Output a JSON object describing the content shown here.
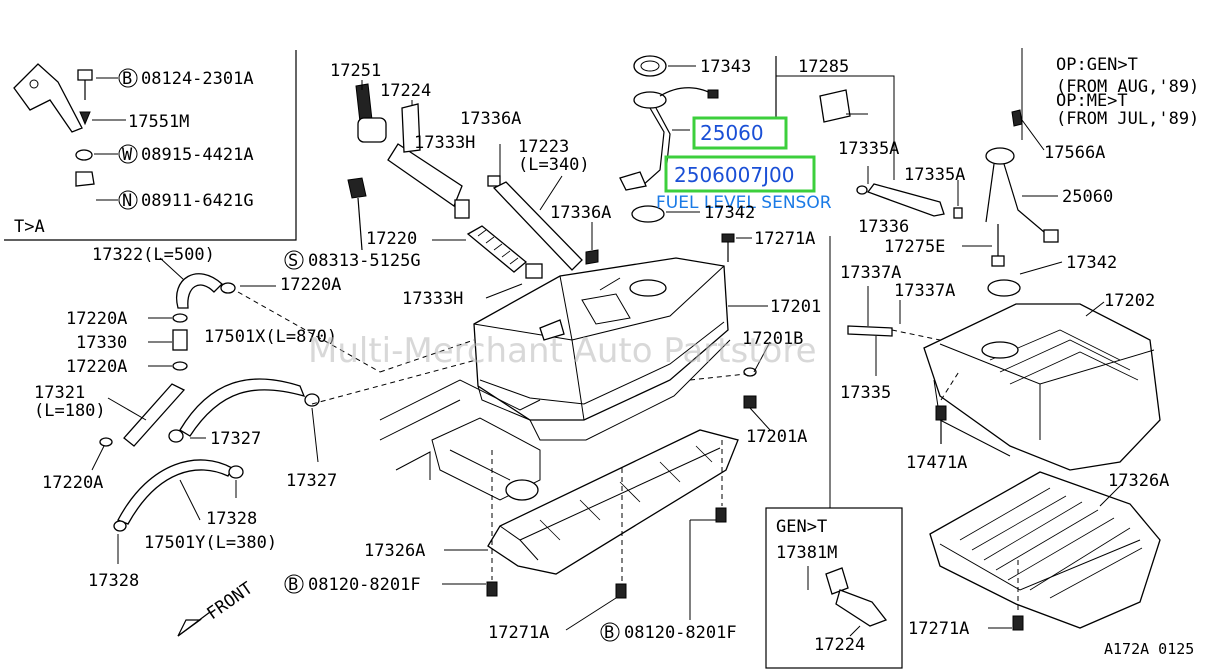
{
  "diagram": {
    "watermark": "Multi-Merchant Auto Partstore",
    "highlight_part": "25060",
    "highlight_partnumber": "2506007J00",
    "highlight_caption": "FUEL LEVEL SENSOR",
    "inset_top_left": {
      "title": "T>A",
      "labels": [
        "08124-2301A",
        "17551M",
        "08915-4421A",
        "08911-6421G"
      ],
      "circles": [
        "B",
        "W",
        "N"
      ]
    },
    "inset_bottom": {
      "title": "GEN>T",
      "labels": [
        "17381M",
        "17224"
      ]
    },
    "options_note": [
      "OP:GEN>T",
      "(FROM AUG,'89)",
      "OP:ME>T",
      "(FROM JUL,'89)"
    ],
    "labels": {
      "l17251": "17251",
      "l17224": "17224",
      "l17336A_top": "17336A",
      "l17333H_top": "17333H",
      "l17223": "17223",
      "l17223_len": "(L=340)",
      "l17343": "17343",
      "l17285": "17285",
      "l17336A_mid": "17336A",
      "l17342_left": "17342",
      "l17271A_top": "17271A",
      "l17220": "17220",
      "l08313": "08313-5125G",
      "l17322": "17322(L=500)",
      "l17220A_1": "17220A",
      "l17333H_bot": "17333H",
      "l17201": "17201",
      "l17220A_2": "17220A",
      "l17330": "17330",
      "l17501X": "17501X(L=870)",
      "l17220A_3": "17220A",
      "l17201B": "17201B",
      "l17321": "17321",
      "l17321_len": "(L=180)",
      "l17327_a": "17327",
      "l17201A": "17201A",
      "l17220A_4": "17220A",
      "l17327_b": "17327",
      "l17328_a": "17328",
      "l17501Y": "17501Y(L=380)",
      "l17326A_left": "17326A",
      "l17328_b": "17328",
      "l08120_a": "08120-8201F",
      "l08120_b": "08120-8201F",
      "l17271A_bot": "17271A",
      "l17335A_top": "17335A",
      "l17335A_mid": "17335A",
      "l17566A": "17566A",
      "l25060_right": "25060",
      "l17336": "17336",
      "l17275E": "17275E",
      "l17337A_a": "17337A",
      "l17342_right": "17342",
      "l17337A_b": "17337A",
      "l17202": "17202",
      "l17335": "17335",
      "l17471A": "17471A",
      "l17326A_right": "17326A",
      "l17271A_right": "17271A",
      "front": "FRONT",
      "code": "A172A 0125"
    }
  }
}
